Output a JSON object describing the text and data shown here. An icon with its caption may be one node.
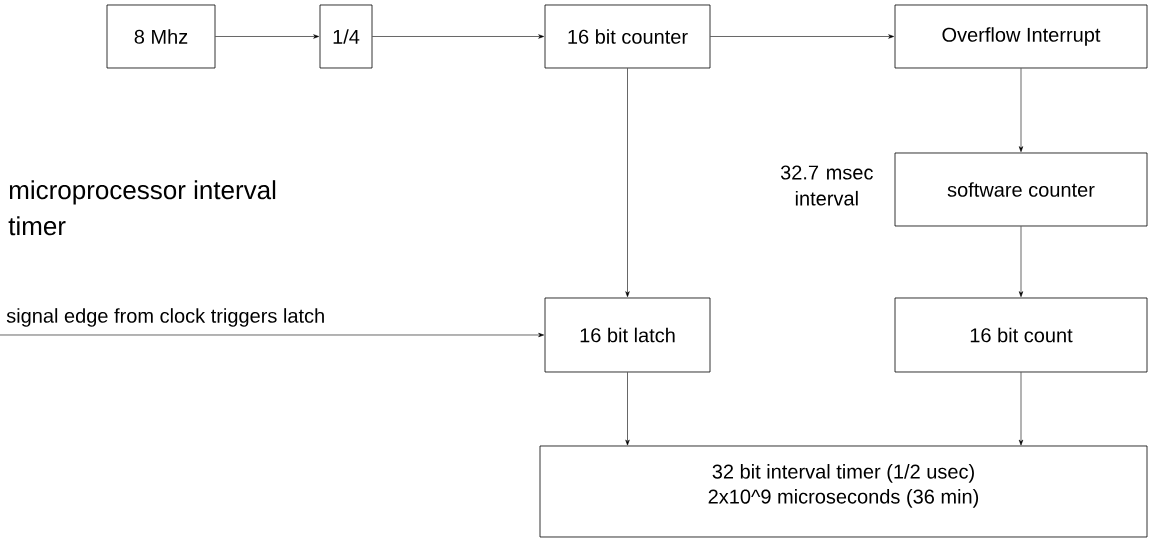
{
  "diagram": {
    "title": "microprocessor interval timer",
    "nodes": [
      {
        "text": [
          "8 Mhz"
        ]
      },
      {
        "text": [
          "1/4"
        ]
      },
      {
        "text": [
          "16 bit counter"
        ]
      },
      {
        "text": [
          "Overflow Interrupt"
        ]
      },
      {
        "text": [
          "software counter"
        ],
        "beside": [
          "32.7 msec interval"
        ]
      },
      {
        "text": [
          "16 bit latch"
        ]
      },
      {
        "text": [
          "16 bit count"
        ]
      },
      {
        "text": [
          "32 bit interval timer (1/2 usec)",
          "2x10^9 microseconds (36 min)"
        ]
      }
    ],
    "edges": [
      {
        "from": 0,
        "to": 1,
        "arrow": "to"
      },
      {
        "from": 1,
        "to": 2,
        "arrow": "to"
      },
      {
        "from": 2,
        "to": 3,
        "arrow": "to"
      },
      {
        "from": 2,
        "to": 5,
        "arrow": "to"
      },
      {
        "from": 3,
        "to": 4,
        "arrow": "to"
      },
      {
        "from": null,
        "to": 5,
        "arrow": "to",
        "label": "signal edge from clock triggers latch"
      },
      {
        "from": 4,
        "to": 6,
        "arrow": "to"
      },
      {
        "from": 5,
        "to": 7,
        "arrow": "to"
      },
      {
        "from": 6,
        "to": 7,
        "arrow": "to"
      }
    ]
  }
}
